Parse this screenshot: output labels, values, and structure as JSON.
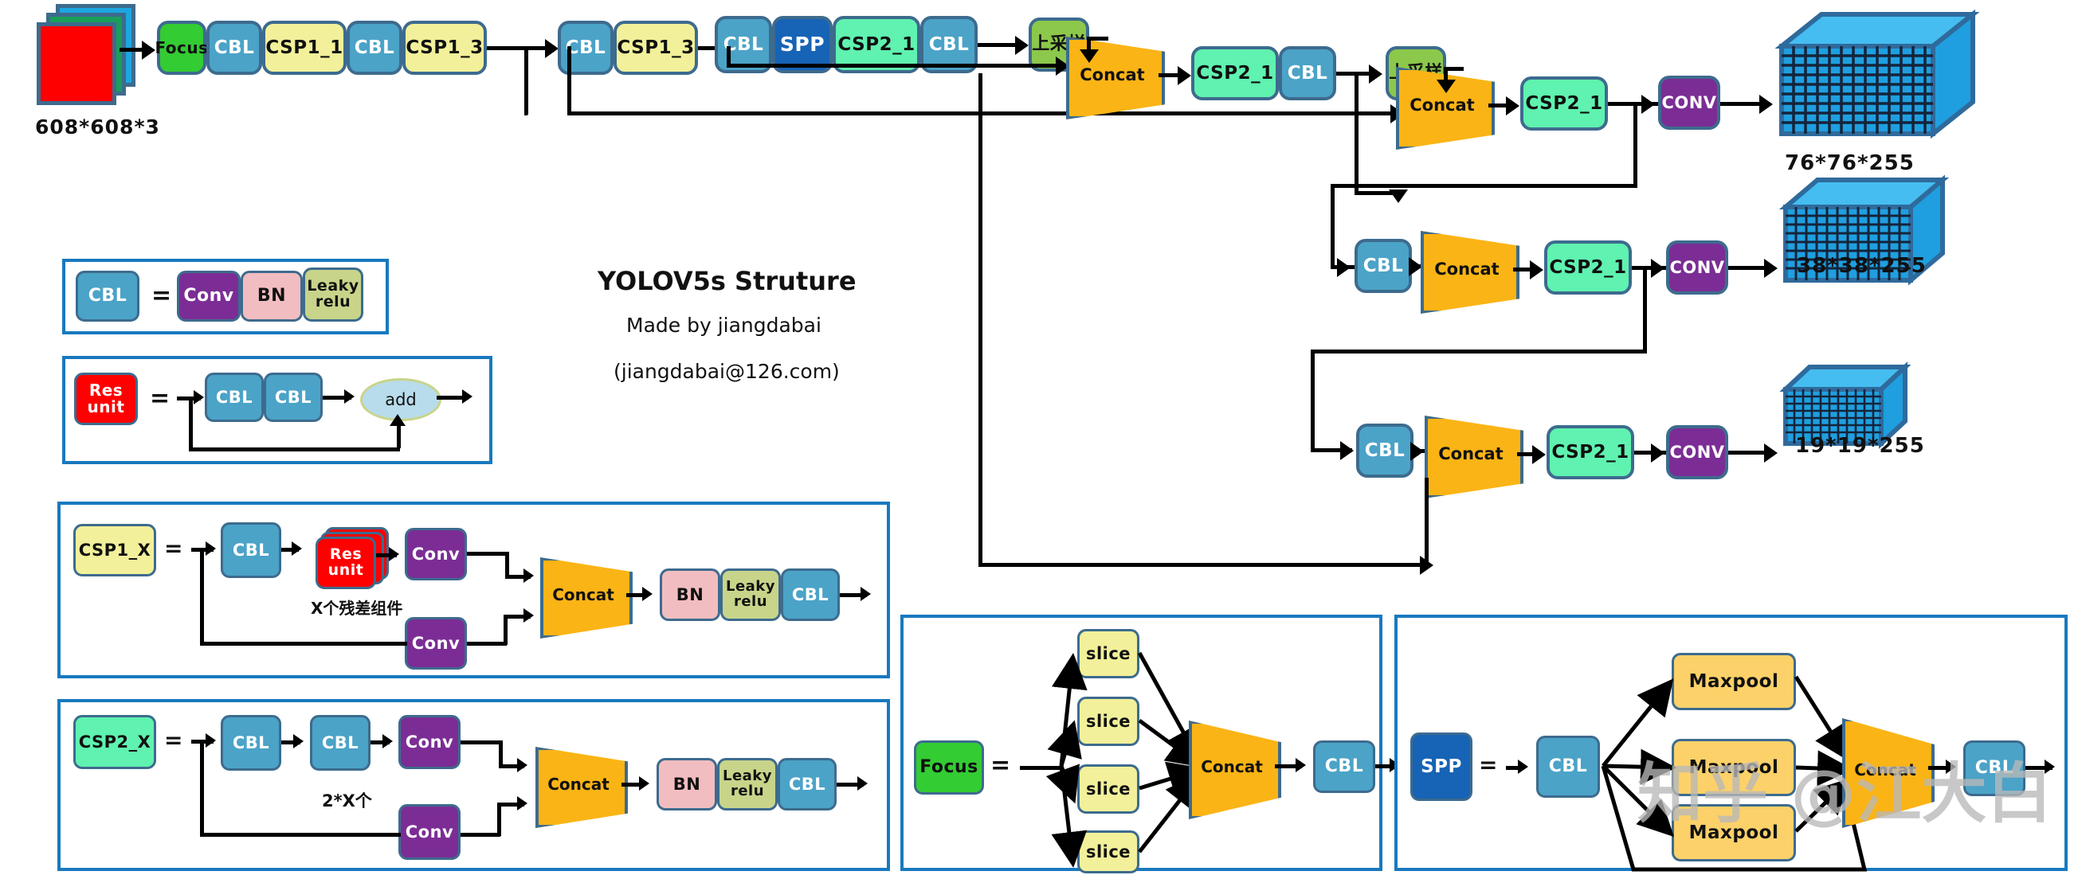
{
  "title": {
    "main": "YOLOV5s Struture",
    "author": "Made by jiangdabai",
    "email": "(jiangdabai@126.com)"
  },
  "watermark": "知乎 @江大白",
  "input": {
    "label": "608*608*3"
  },
  "colors": {
    "cbl": "#4ba3c7",
    "csp1": "#f2f09a",
    "csp2": "#5ff2b0",
    "focus": "#33cc33",
    "spp": "#1763b5",
    "upsample": "#8cc84b",
    "conv": "#7b2d95",
    "bn": "#f2bdc0",
    "leaky": "#c8d48a",
    "res": "#ff0000",
    "concat": "#fbb415",
    "maxpool": "#fcd169",
    "tensor": "#29a9e8",
    "panel_border": "#1879bf",
    "block_border": "#3d6b8e"
  },
  "backbone": {
    "focus": "Focus",
    "cbl1": "CBL",
    "csp1_1": "CSP1_1",
    "cbl2": "CBL",
    "csp1_3a": "CSP1_3",
    "cbl3": "CBL",
    "csp1_3b": "CSP1_3",
    "cbl4": "CBL",
    "spp": "SPP",
    "csp2_1a": "CSP2_1",
    "cbl5": "CBL"
  },
  "neck": {
    "upsample1": "上采样",
    "concat1": "Concat",
    "csp2_1b": "CSP2_1",
    "cbl6": "CBL",
    "upsample2": "上采样",
    "concat2": "Concat",
    "csp2_1c": "CSP2_1",
    "conv_head1": "CONV",
    "cbl7": "CBL",
    "concat3": "Concat",
    "csp2_1d": "CSP2_1",
    "conv_head2": "CONV",
    "cbl8": "CBL",
    "concat4": "Concat",
    "csp2_1e": "CSP2_1",
    "conv_head3": "CONV"
  },
  "outputs": [
    {
      "label": "76*76*255"
    },
    {
      "label": "38*38*255"
    },
    {
      "label": "19*19*255"
    }
  ],
  "legend_cbl": {
    "name": "CBL",
    "equals": "=",
    "conv": "Conv",
    "bn": "BN",
    "leaky": "Leaky\nrelu"
  },
  "legend_res": {
    "name": "Res\nunit",
    "equals": "=",
    "cbl1": "CBL",
    "cbl2": "CBL",
    "add": "add"
  },
  "legend_csp1": {
    "name": "CSP1_X",
    "equals": "=",
    "cbl": "CBL",
    "res": "Res\nunit",
    "note": "X个残差组件",
    "conv_top": "Conv",
    "conv_bottom": "Conv",
    "concat": "Concat",
    "bn": "BN",
    "leaky": "Leaky\nrelu",
    "cbl_out": "CBL"
  },
  "legend_csp2": {
    "name": "CSP2_X",
    "equals": "=",
    "cbl1": "CBL",
    "cbl2": "CBL",
    "note": "2*X个",
    "conv_top": "Conv",
    "conv_bottom": "Conv",
    "concat": "Concat",
    "bn": "BN",
    "leaky": "Leaky\nrelu",
    "cbl_out": "CBL"
  },
  "legend_focus": {
    "name": "Focus",
    "equals": "=",
    "slices": [
      "slice",
      "slice",
      "slice",
      "slice"
    ],
    "concat": "Concat",
    "cbl": "CBL"
  },
  "legend_spp": {
    "name": "SPP",
    "equals": "=",
    "cbl_in": "CBL",
    "maxpools": [
      "Maxpool",
      "Maxpool",
      "Maxpool"
    ],
    "concat": "Concat",
    "cbl_out": "CBL"
  }
}
